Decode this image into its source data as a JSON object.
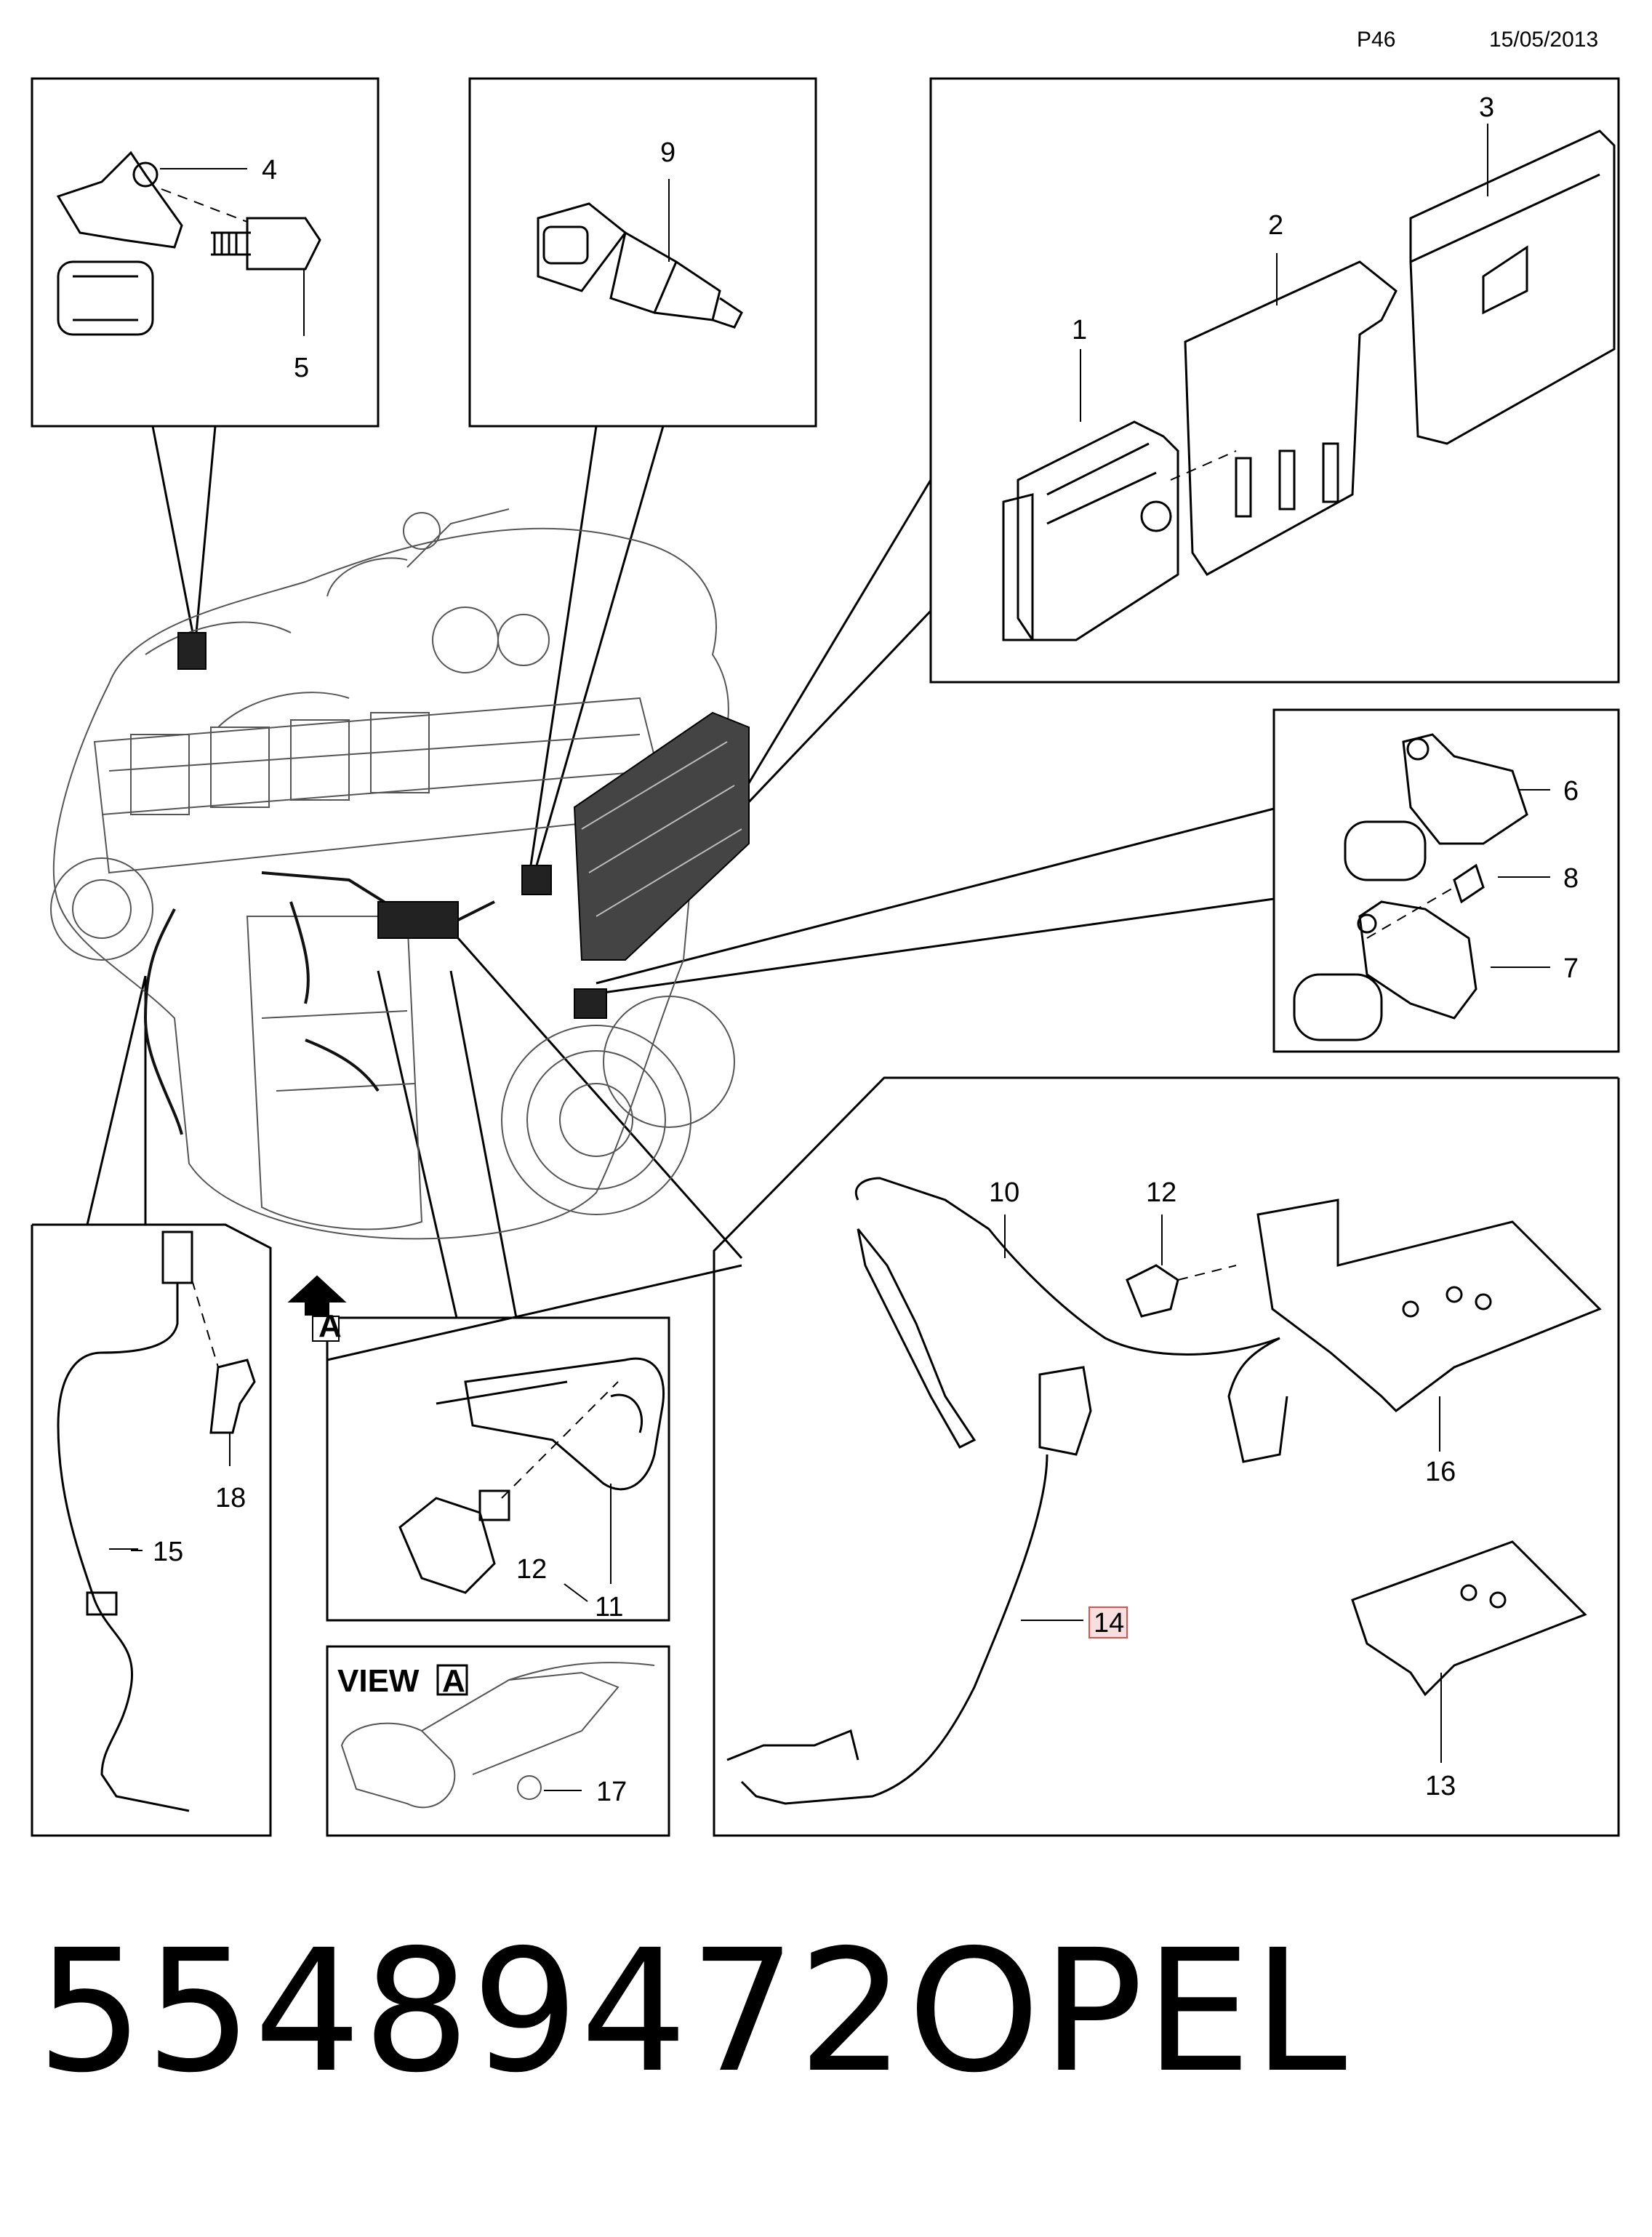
{
  "header": {
    "page_code": "P46",
    "date": "15/05/2013"
  },
  "callouts": {
    "c1": "1",
    "c2": "2",
    "c3": "3",
    "c4": "4",
    "c5": "5",
    "c6": "6",
    "c7": "7",
    "c8": "8",
    "c9": "9",
    "c10": "10",
    "c11": "11",
    "c12a": "12",
    "c12b": "12",
    "c13": "13",
    "c14": "14",
    "c15": "15",
    "c16": "16",
    "c17": "17",
    "c18": "18"
  },
  "view": {
    "label": "VIEW",
    "letter": "A",
    "arrow_letter": "A"
  },
  "footer": {
    "part_number": "55489472",
    "brand": "OPEL"
  },
  "colors": {
    "highlight_box": "#d9534f",
    "highlight_fill": "#f8dede",
    "line": "#000000"
  }
}
